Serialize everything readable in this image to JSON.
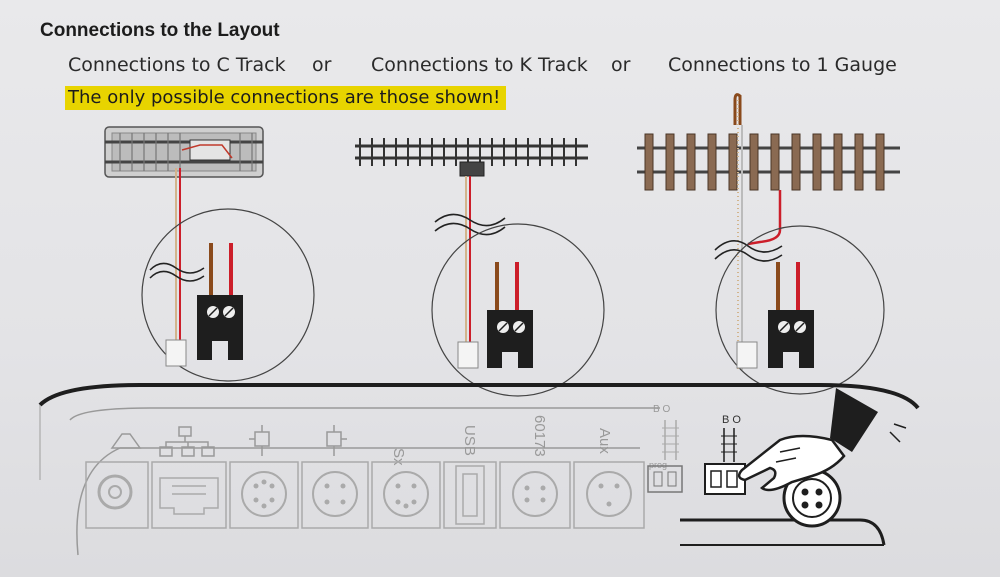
{
  "heading": "Connections to the Layout",
  "options": {
    "c_track": "Connections to C Track",
    "sep1": "or",
    "k_track": "Connections to K Track",
    "sep2": "or",
    "gauge1": "Connections to 1 Gauge"
  },
  "notice": "The only possible connections are those shown!",
  "ports": {
    "sx": "Sx",
    "usb": "USB",
    "p60173": "60173",
    "aux": "Aux",
    "prog_label": "prog",
    "bo1": "B O",
    "bo2": "B O"
  },
  "colors": {
    "highlight": "#e8d400",
    "red_wire": "#cc1e2a",
    "brown_wire": "#8a4a1c",
    "terminal": "#1e1e1e"
  },
  "icons": [
    "speaker-icon",
    "network-icon",
    "booster-icon",
    "booster-icon",
    "hand-pointer-icon"
  ]
}
